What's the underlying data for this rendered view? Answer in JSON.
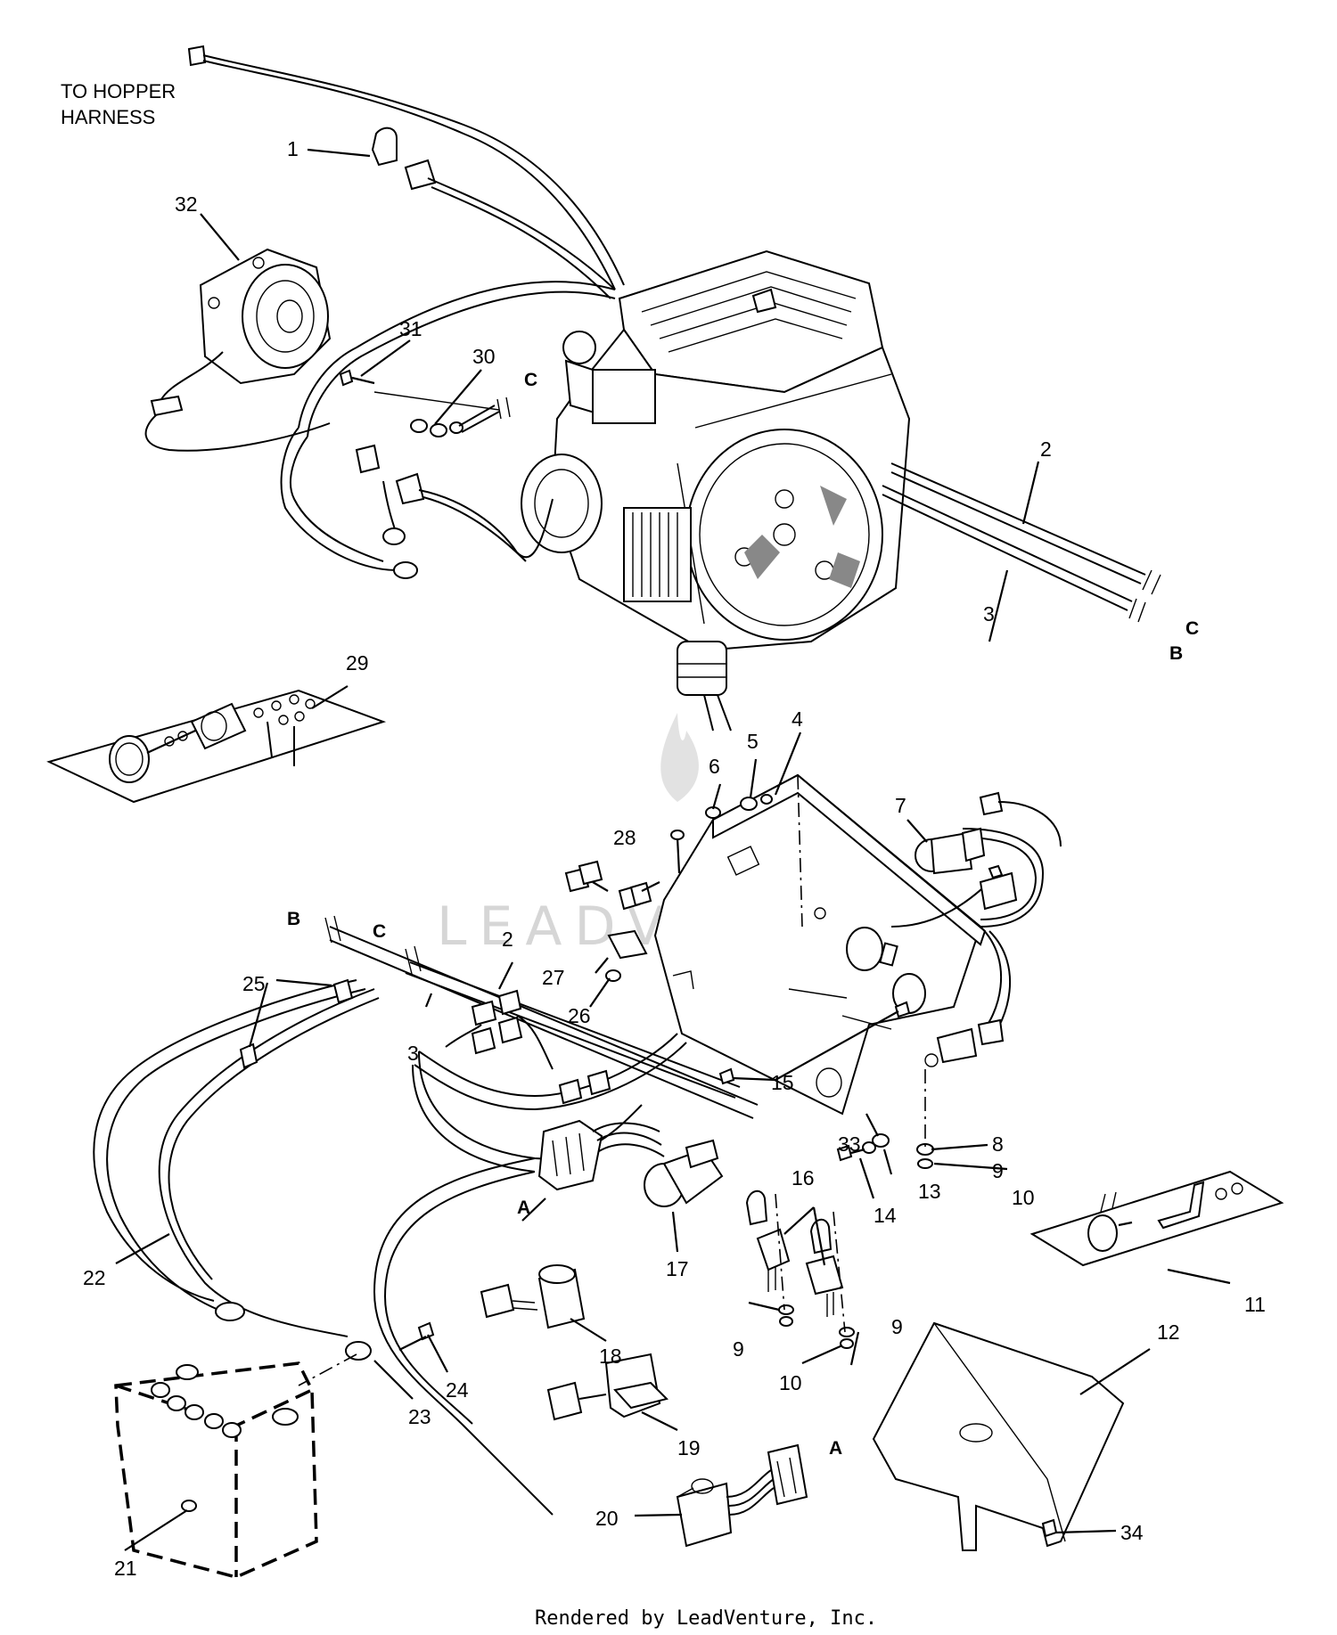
{
  "notes": {
    "to_hopper_line1": "TO HOPPER",
    "to_hopper_line2": "HARNESS"
  },
  "callouts": [
    {
      "id": "c1",
      "text": "1"
    },
    {
      "id": "c2a",
      "text": "2"
    },
    {
      "id": "c2b",
      "text": "2"
    },
    {
      "id": "c3a",
      "text": "3"
    },
    {
      "id": "c3b",
      "text": "3"
    },
    {
      "id": "c4",
      "text": "4"
    },
    {
      "id": "c5",
      "text": "5"
    },
    {
      "id": "c6",
      "text": "6"
    },
    {
      "id": "c7",
      "text": "7"
    },
    {
      "id": "c8",
      "text": "8"
    },
    {
      "id": "c9a",
      "text": "9"
    },
    {
      "id": "c9b",
      "text": "9"
    },
    {
      "id": "c9c",
      "text": "9"
    },
    {
      "id": "c10a",
      "text": "10"
    },
    {
      "id": "c10b",
      "text": "10"
    },
    {
      "id": "c11",
      "text": "11"
    },
    {
      "id": "c12",
      "text": "12"
    },
    {
      "id": "c13",
      "text": "13"
    },
    {
      "id": "c14",
      "text": "14"
    },
    {
      "id": "c15",
      "text": "15"
    },
    {
      "id": "c16",
      "text": "16"
    },
    {
      "id": "c17",
      "text": "17"
    },
    {
      "id": "c18",
      "text": "18"
    },
    {
      "id": "c19",
      "text": "19"
    },
    {
      "id": "c20",
      "text": "20"
    },
    {
      "id": "c21",
      "text": "21"
    },
    {
      "id": "c22",
      "text": "22"
    },
    {
      "id": "c23",
      "text": "23"
    },
    {
      "id": "c24",
      "text": "24"
    },
    {
      "id": "c25",
      "text": "25"
    },
    {
      "id": "c26",
      "text": "26"
    },
    {
      "id": "c27",
      "text": "27"
    },
    {
      "id": "c28",
      "text": "28"
    },
    {
      "id": "c29",
      "text": "29"
    },
    {
      "id": "c30",
      "text": "30"
    },
    {
      "id": "c31",
      "text": "31"
    },
    {
      "id": "c32",
      "text": "32"
    },
    {
      "id": "c33",
      "text": "33"
    },
    {
      "id": "c34",
      "text": "34"
    }
  ],
  "markers": {
    "c_top": "C",
    "c_right": "C",
    "b_right": "B",
    "b_left": "B",
    "c_left": "C",
    "a_left": "A",
    "a_bottom": "A"
  },
  "watermark": "LEADVENTURE",
  "footer": "Rendered by LeadVenture, Inc."
}
